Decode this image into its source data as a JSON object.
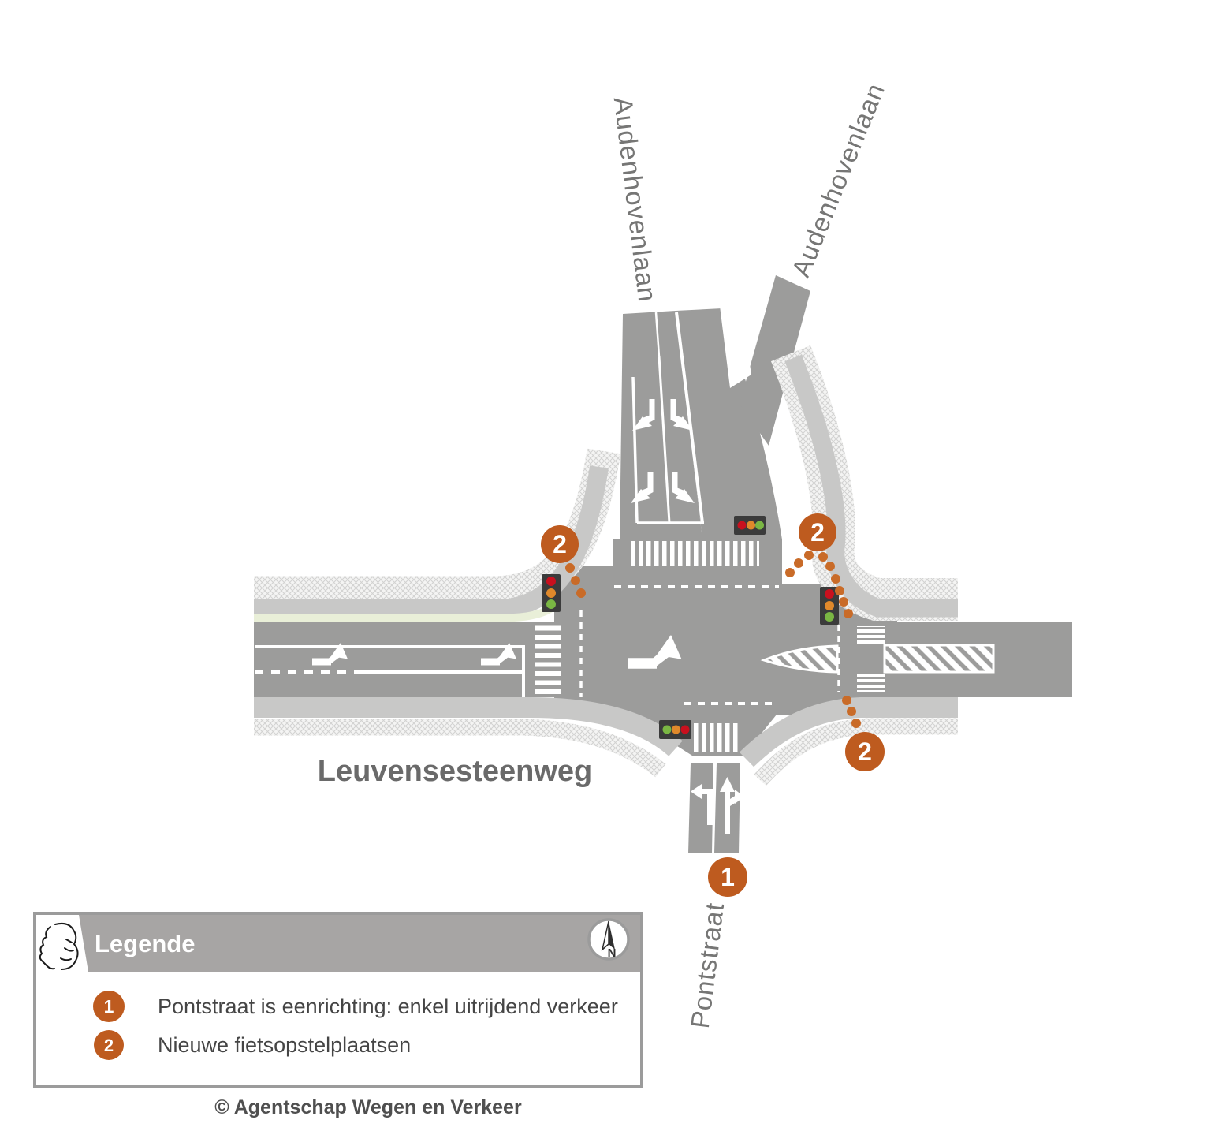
{
  "map": {
    "road_labels": {
      "audenhovenlaan_west": "Audenhovenlaan",
      "audenhovenlaan_east": "Audenhovenlaan",
      "leuvensesteenweg": "Leuvensesteenweg",
      "pontstraat": "Pontstraat"
    },
    "markers": {
      "oneway": "1",
      "bike": "2"
    },
    "colors": {
      "road": "#9C9C9B",
      "cycle_path": "#C8C8C7",
      "verge_green": "#E9EFD8",
      "badge_orange": "#BE5B1F",
      "dot_orange": "#C96B28",
      "signal_housing": "#3B3B3B",
      "signal_red": "#C8101E",
      "signal_amber": "#E0892B",
      "signal_green": "#7AB643"
    }
  },
  "legend": {
    "title": "Legende",
    "north_label": "N",
    "items": [
      {
        "badge": "1",
        "text": "Pontstraat is eenrichting: enkel uitrijdend verkeer"
      },
      {
        "badge": "2",
        "text": "Nieuwe fietsopstelplaatsen"
      }
    ],
    "copyright": "© Agentschap Wegen en Verkeer"
  }
}
